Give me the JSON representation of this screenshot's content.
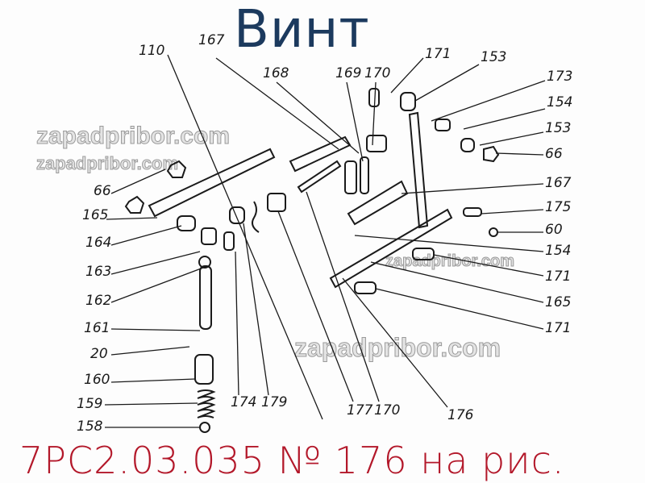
{
  "title": "Винт",
  "caption": "7РС2.03.035 № 176 на рис.",
  "watermark": "zapadpribor.com",
  "colors": {
    "title": "#1c3a5e",
    "caption": "#b3182a",
    "drawing": "#1a1a1a"
  },
  "labels": [
    "110",
    "167",
    "168",
    "169",
    "170",
    "171",
    "153",
    "173",
    "154",
    "153",
    "66",
    "66",
    "165",
    "164",
    "167",
    "175",
    "60",
    "154",
    "163",
    "171",
    "162",
    "165",
    "161",
    "171",
    "20",
    "160",
    "174",
    "179",
    "177",
    "170",
    "176",
    "159",
    "158"
  ]
}
